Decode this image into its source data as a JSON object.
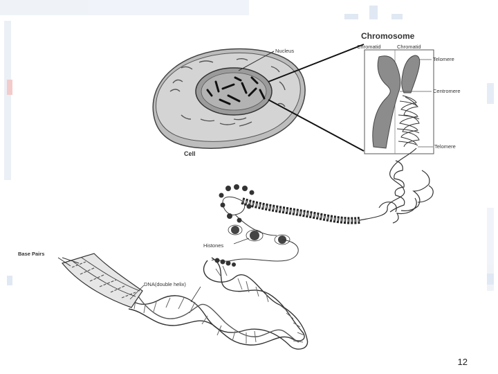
{
  "diagram": {
    "chromosome_title": "Chromosome",
    "chromatid_left": "Chromatid",
    "chromatid_right": "Chromatid",
    "telomere_top": "Telomere",
    "centromere": "Centromere",
    "telomere_bottom": "Telomere",
    "nucleus": "Nucleus",
    "cell": "Cell",
    "histones": "Histones",
    "base_pairs": "Base Pairs",
    "dna_double_helix": "DNA(double helix)"
  },
  "slide": {
    "page_number": "12"
  },
  "colors": {
    "ink": "#333333",
    "cell_fill": "#cfcfcf",
    "nucleus_fill": "#a9a9a9",
    "chromosome_fill": "#8c8c8c",
    "decor_blue": "#dde6f2",
    "decor_red": "#f3c6c6"
  }
}
